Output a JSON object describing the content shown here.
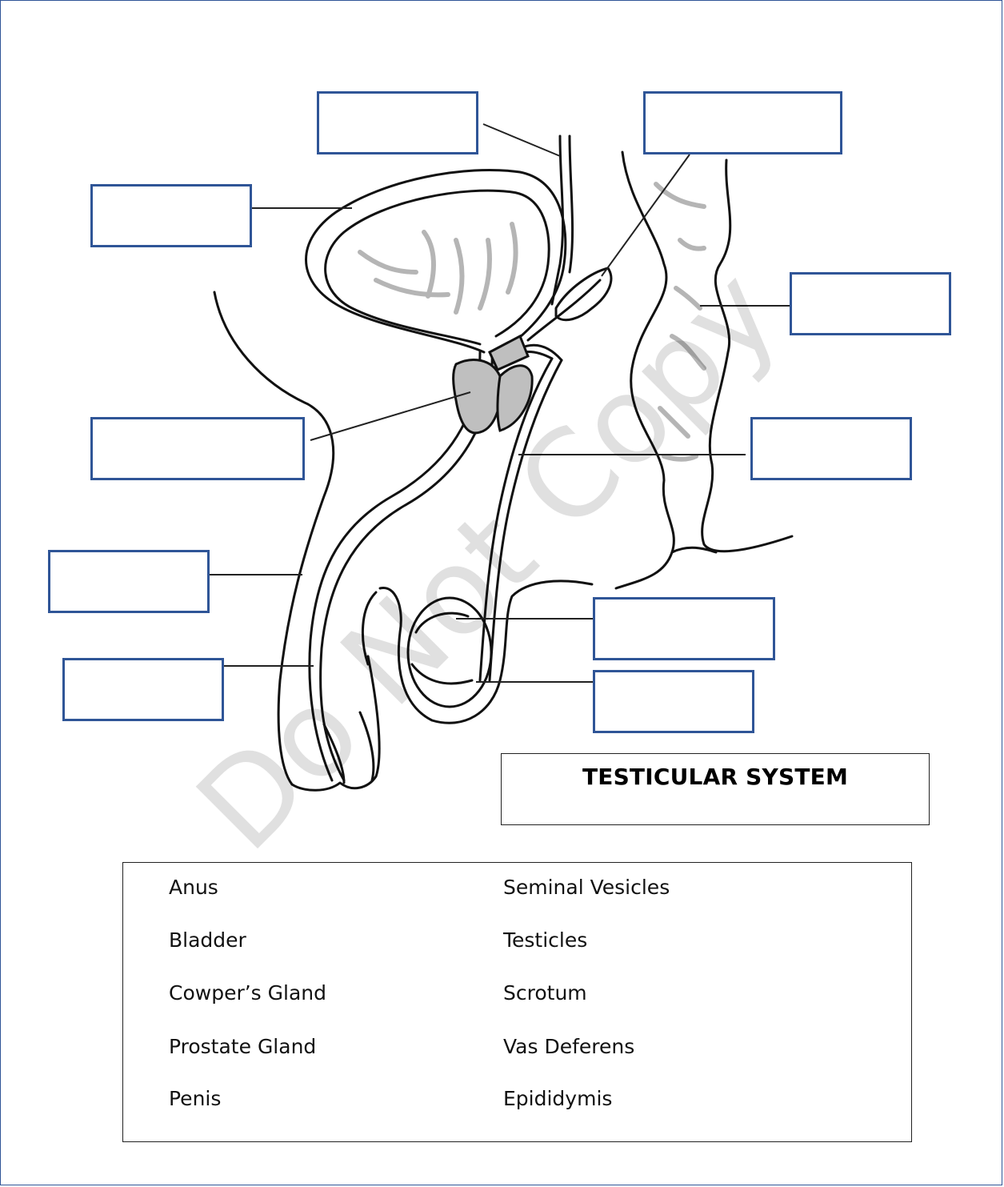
{
  "title": "TESTICULAR SYSTEM",
  "watermark": "Do Not Copy",
  "word_bank": {
    "left_column": [
      "Anus",
      "Bladder",
      "Cowper’s Gland",
      "Prostate Gland",
      "Penis"
    ],
    "right_column": [
      "Seminal Vesicles",
      "Testicles",
      "Scrotum",
      "Vas Deferens",
      "Epididymis"
    ]
  },
  "label_boxes": [
    "",
    "",
    "",
    "",
    "",
    "",
    "",
    "",
    "",
    ""
  ],
  "colors": {
    "label_border": "#2f5597",
    "gland_fill": "#bfbfbf",
    "watermark": "#d9d9d9"
  }
}
